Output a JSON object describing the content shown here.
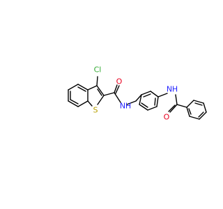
{
  "molecule": {
    "atoms": {
      "cl": {
        "text": "Cl",
        "color": "#33aa33"
      },
      "s": {
        "text": "S",
        "color": "#b8a000"
      },
      "o1": {
        "text": "O",
        "color": "#e8001f"
      },
      "nh1": {
        "text": "N",
        "color": "#2323ff"
      },
      "h1": {
        "text": "H",
        "color": "#2323ff"
      },
      "nh2": {
        "text": "N",
        "color": "#2323ff"
      },
      "h2": {
        "text": "H",
        "color": "#2323ff"
      },
      "o2": {
        "text": "O",
        "color": "#e8001f"
      }
    },
    "bond_color": "#000000"
  }
}
